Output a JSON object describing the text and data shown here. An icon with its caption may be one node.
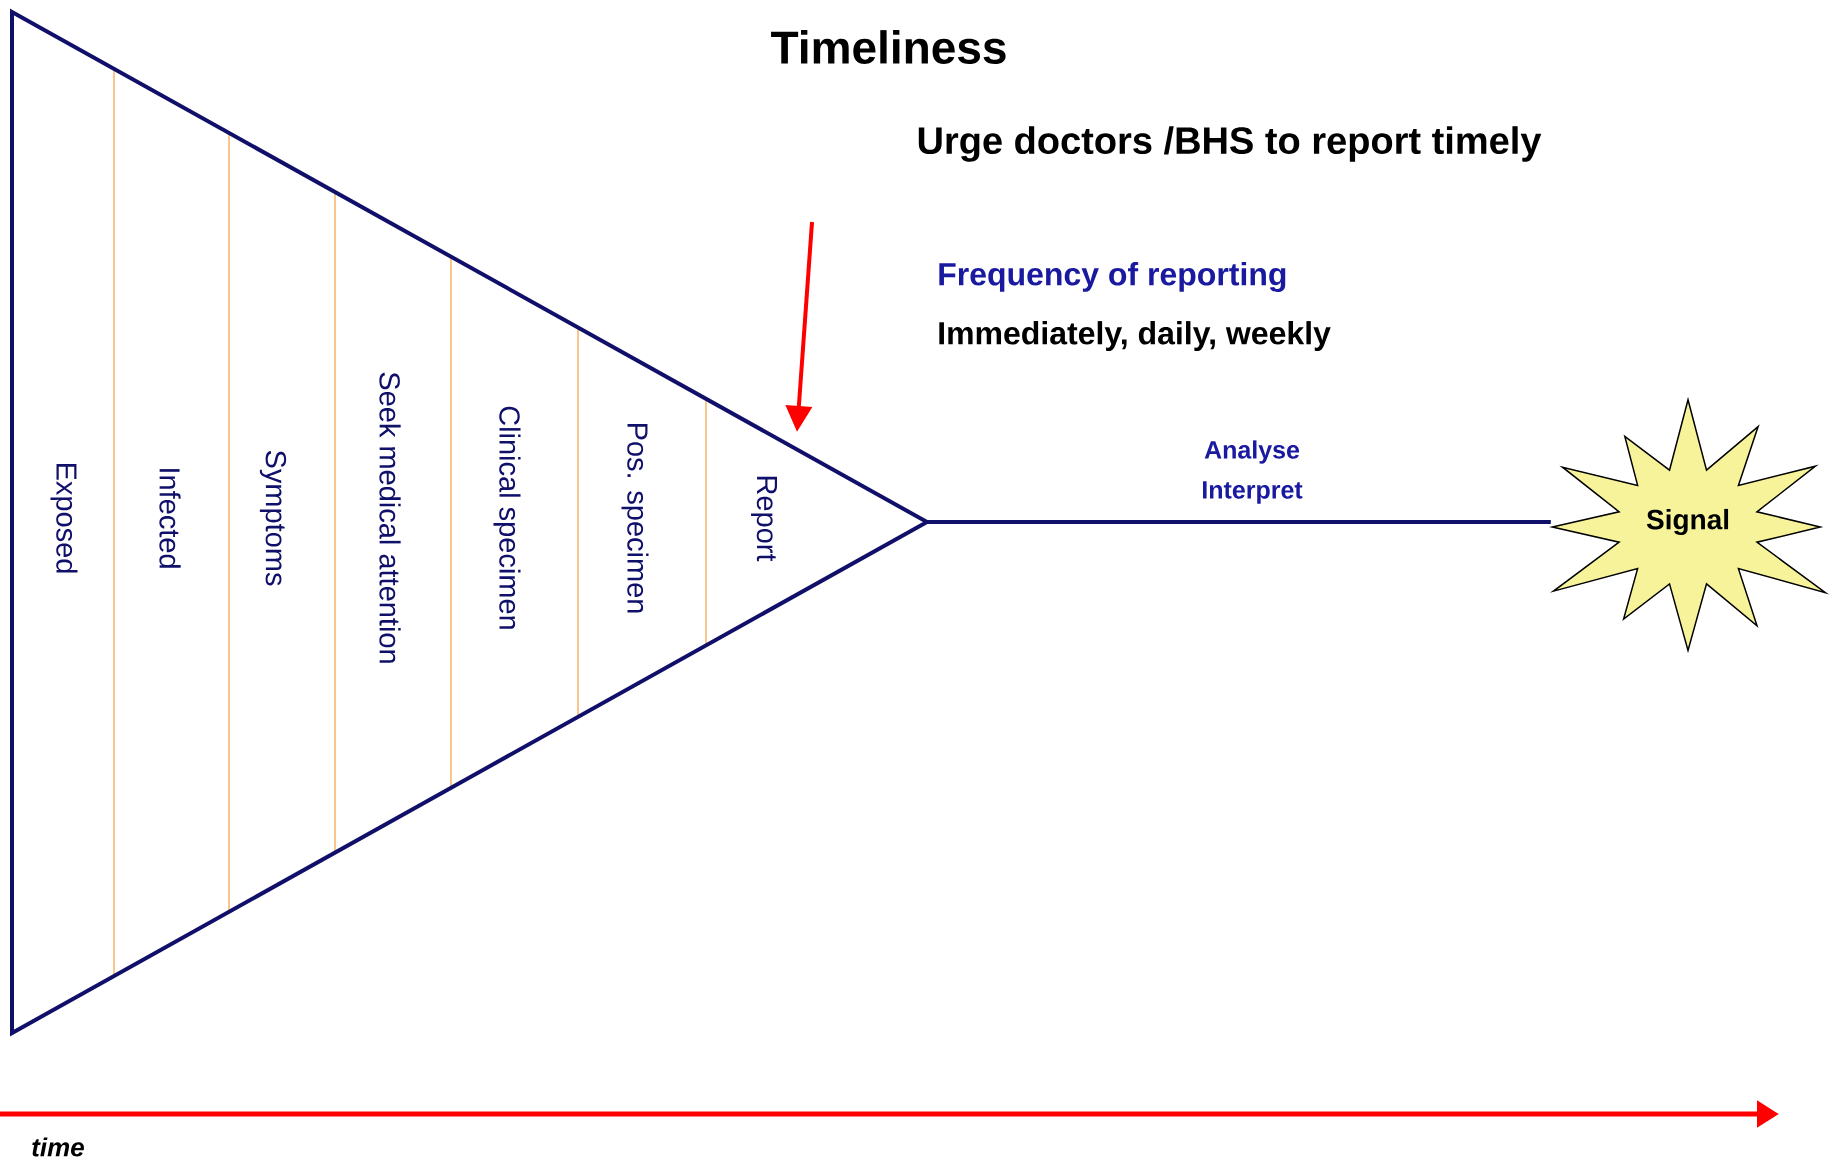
{
  "diagram": {
    "title": "Timeliness",
    "nodes": [
      {
        "text": [
          "Exposed",
          "Infected",
          "Symptoms",
          "Seek medical attention",
          "Clinical specimen",
          "Pos. specimen",
          "Report"
        ]
      },
      {
        "text": [
          "Signal"
        ]
      }
    ],
    "edges": [
      {
        "from": 0,
        "to": 1,
        "arrow": "none",
        "label": "Analyse Interpret"
      },
      {
        "from": null,
        "to": 0,
        "arrow": "to",
        "color": "#ff0000"
      }
    ],
    "labels": [
      "Urge doctors /BHS to report timely",
      "Frequency of reporting",
      "Immediately, daily, weekly",
      "time"
    ]
  }
}
